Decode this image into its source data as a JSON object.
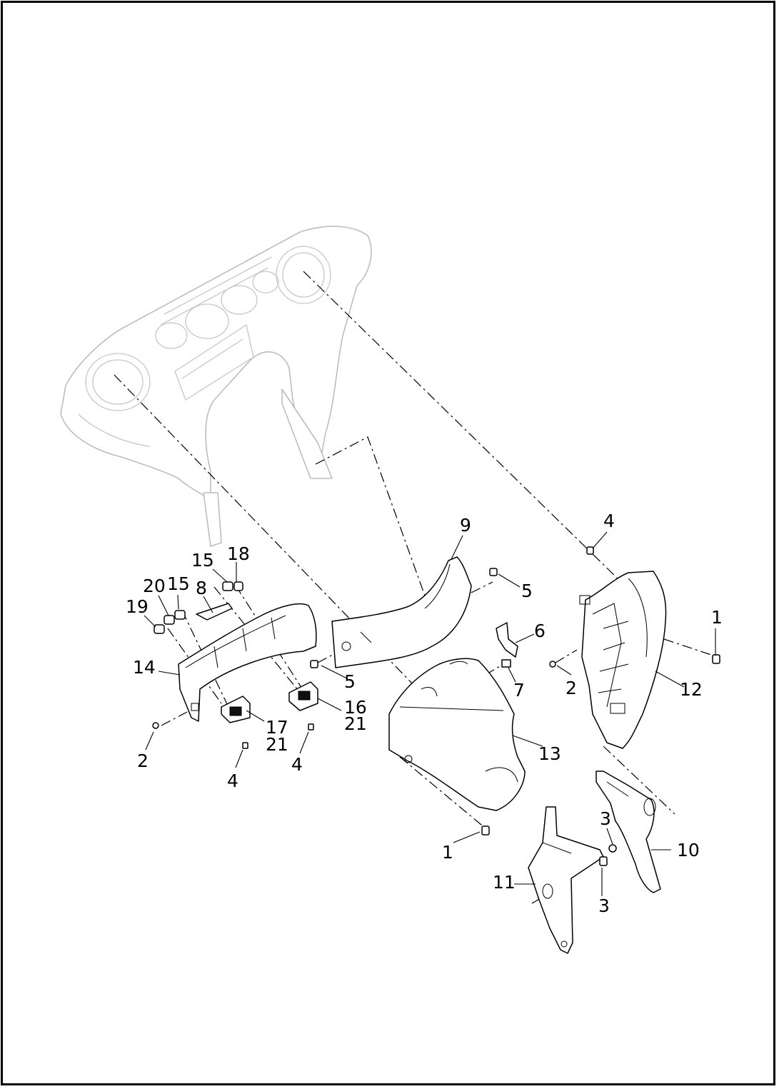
{
  "callouts": {
    "c1a": "1",
    "c1b": "1",
    "c2a": "2",
    "c2b": "2",
    "c3a": "3",
    "c3b": "3",
    "c4a": "4",
    "c4b": "4",
    "c4c": "4",
    "c5a": "5",
    "c5b": "5",
    "c6": "6",
    "c7": "7",
    "c8": "8",
    "c9": "9",
    "c10": "10",
    "c11": "11",
    "c12": "12",
    "c13": "13",
    "c14": "14",
    "c15a": "15",
    "c15b": "15",
    "c16": "16",
    "c17": "17",
    "c18": "18",
    "c19": "19",
    "c20": "20",
    "c21a": "21",
    "c21b": "21"
  },
  "colors": {
    "line": "#000000",
    "ghost": "#bdbdbd",
    "background": "#ffffff"
  }
}
